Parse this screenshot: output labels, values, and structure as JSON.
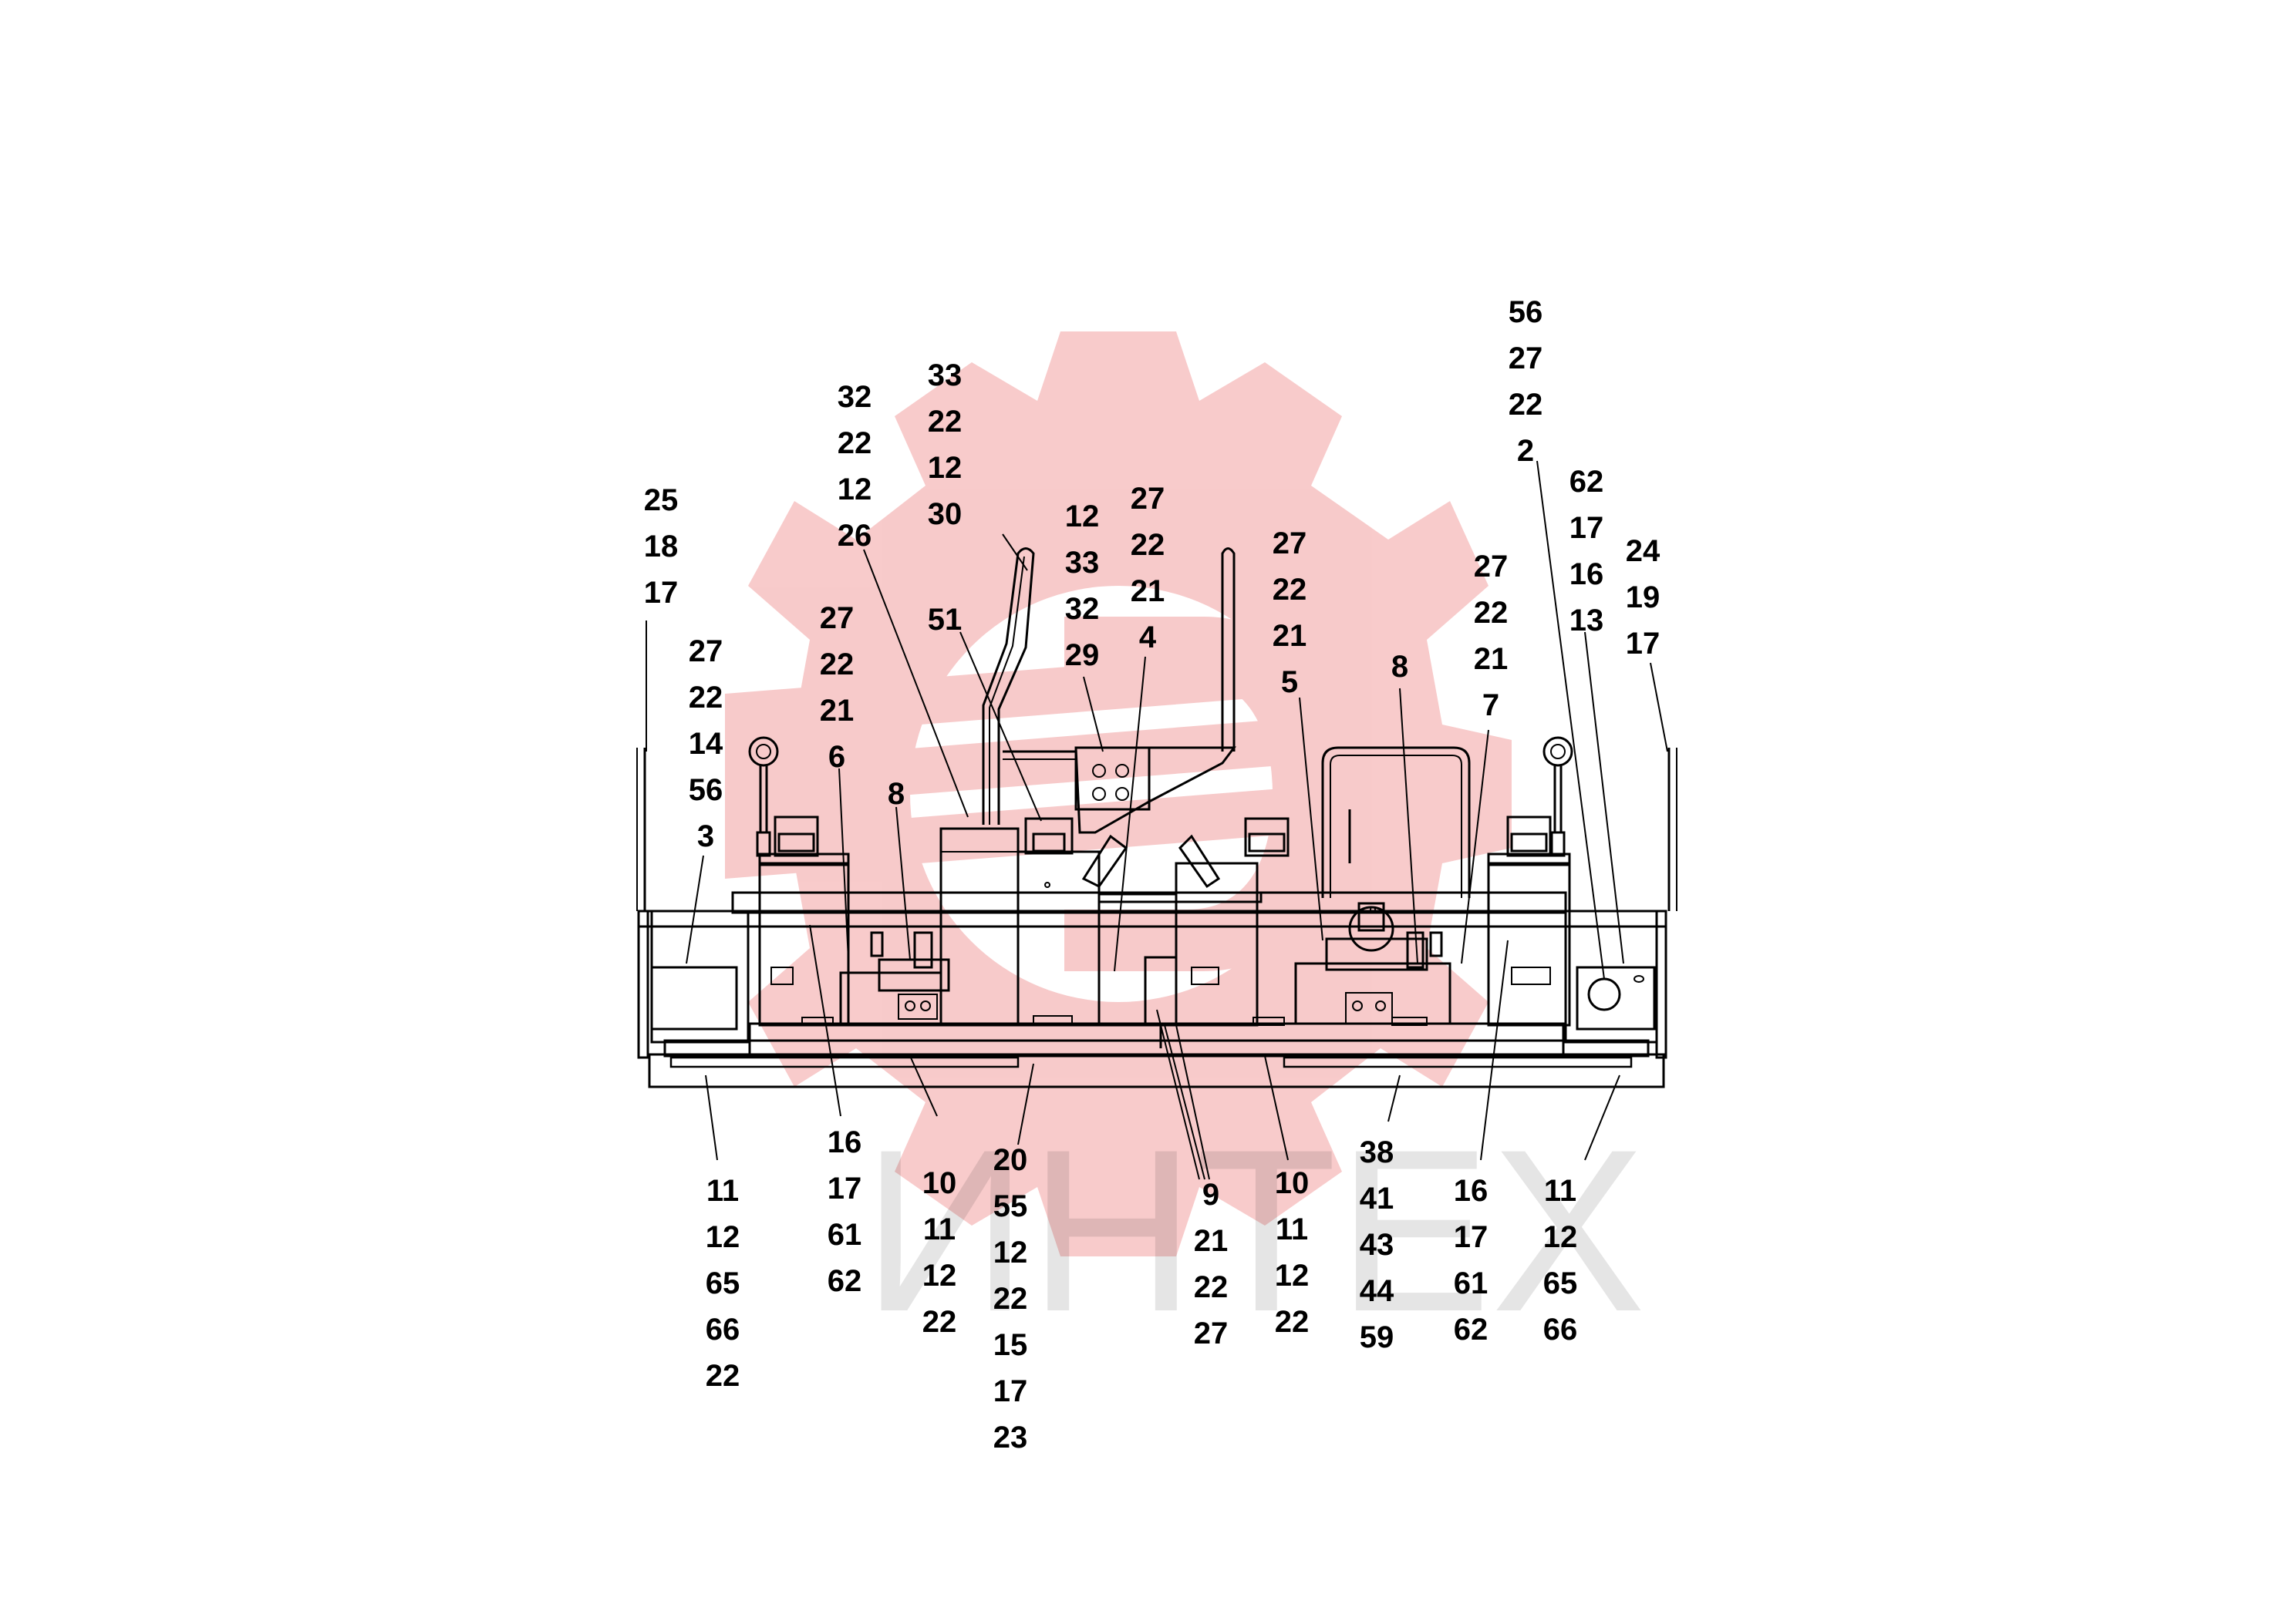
{
  "watermark": {
    "text": "ИНТЕХ",
    "logo_color": "#f2a0a0"
  },
  "callouts": [
    {
      "id": "c-left-top",
      "lines": [
        "25",
        "18",
        "17"
      ]
    },
    {
      "id": "c-left-mid",
      "lines": [
        "27",
        "22",
        "14",
        "56",
        "3"
      ]
    },
    {
      "id": "c-26",
      "lines": [
        "32",
        "22",
        "12",
        "26"
      ]
    },
    {
      "id": "c-6",
      "lines": [
        "27",
        "22",
        "21",
        "6"
      ]
    },
    {
      "id": "c-8a",
      "lines": [
        "8"
      ]
    },
    {
      "id": "c-30",
      "lines": [
        "33",
        "22",
        "12",
        "30"
      ]
    },
    {
      "id": "c-51",
      "lines": [
        "51"
      ]
    },
    {
      "id": "c-29",
      "lines": [
        "12",
        "33",
        "32",
        "29"
      ]
    },
    {
      "id": "c-4",
      "lines": [
        "27",
        "22",
        "21",
        "4"
      ]
    },
    {
      "id": "c-5",
      "lines": [
        "27",
        "22",
        "21",
        "5"
      ]
    },
    {
      "id": "c-8b",
      "lines": [
        "8"
      ]
    },
    {
      "id": "c-7",
      "lines": [
        "27",
        "22",
        "21",
        "7"
      ]
    },
    {
      "id": "c-2",
      "lines": [
        "56",
        "27",
        "22",
        "2"
      ]
    },
    {
      "id": "c-13",
      "lines": [
        "62",
        "17",
        "16",
        "13"
      ]
    },
    {
      "id": "c-right-top",
      "lines": [
        "24",
        "19",
        "17"
      ]
    },
    {
      "id": "c-b11-left",
      "lines": [
        "11",
        "12",
        "65",
        "66",
        "22"
      ]
    },
    {
      "id": "c-b16-left",
      "lines": [
        "16",
        "17",
        "61",
        "62"
      ]
    },
    {
      "id": "c-b10-left",
      "lines": [
        "10",
        "11",
        "12",
        "22"
      ]
    },
    {
      "id": "c-b20",
      "lines": [
        "20",
        "55",
        "12",
        "22",
        "15",
        "17",
        "23"
      ]
    },
    {
      "id": "c-b9",
      "lines": [
        "9",
        "21",
        "22",
        "27"
      ]
    },
    {
      "id": "c-b10-right",
      "lines": [
        "10",
        "11",
        "12",
        "22"
      ]
    },
    {
      "id": "c-b38",
      "lines": [
        "38",
        "41",
        "43",
        "44",
        "59"
      ]
    },
    {
      "id": "c-b16-right",
      "lines": [
        "16",
        "17",
        "61",
        "62"
      ]
    },
    {
      "id": "c-b11-right",
      "lines": [
        "11",
        "12",
        "65",
        "66"
      ]
    }
  ]
}
